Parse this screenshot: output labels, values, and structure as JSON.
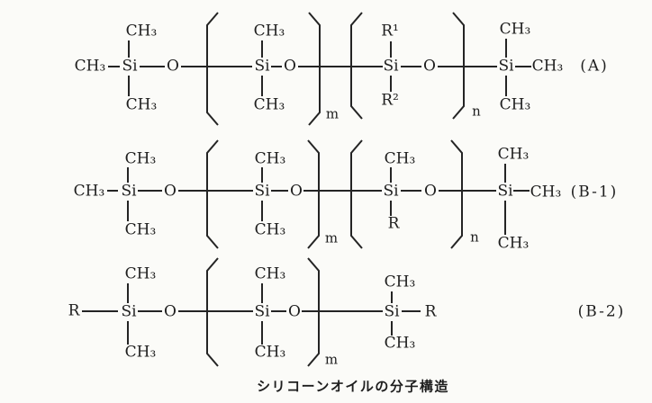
{
  "caption": "シリコーンオイルの分子構造",
  "tokens": {
    "ch3": "CH₃",
    "si": "Si",
    "o": "O",
    "r": "R",
    "r1": "R¹",
    "r2": "R²"
  },
  "subscripts": {
    "m": "m",
    "n": "n"
  },
  "structures": [
    {
      "label": "(A)",
      "formula": "CH₃-Si(CH₃)₂-O-[Si(CH₃)₂-O]m-[Si(R¹)(R²)-O]n-Si(CH₃)₂-CH₃"
    },
    {
      "label": "(B-1)",
      "formula": "CH₃-Si(CH₃)₂-O-[Si(CH₃)₂-O]m-[Si(CH₃)(R)-O]n-Si(CH₃)₂-CH₃"
    },
    {
      "label": "(B-2)",
      "formula": "R-Si(CH₃)₂-O-[Si(CH₃)₂-O]m-Si(CH₃)₂-R"
    }
  ]
}
